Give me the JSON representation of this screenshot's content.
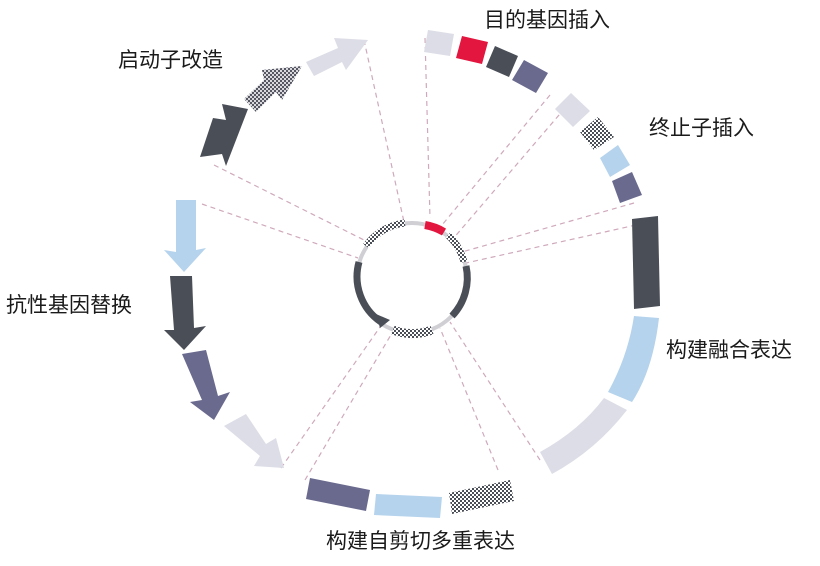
{
  "labels": {
    "gene_insert": "目的基因插入",
    "terminator_insert": "终止子插入",
    "promoter_mod": "启动子改造",
    "resistance_swap": "抗性基因替换",
    "fusion_expr": "构建融合表达",
    "self_cleave_expr": "构建自剪切多重表达"
  },
  "colors": {
    "dark": "#4a4e57",
    "navy": "#696a8e",
    "lightblue": "#b5d3ec",
    "lightgray": "#dcdde6",
    "red": "#e2163f",
    "dashed": "#cfa9bb",
    "ring": "#cfcfd4"
  }
}
